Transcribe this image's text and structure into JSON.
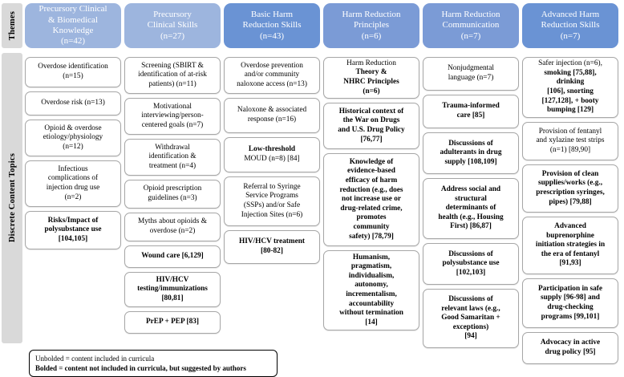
{
  "spine": {
    "themes_label": "Themes",
    "topics_label": "Discrete Content Topics"
  },
  "colors": {
    "header_light": "#9DB5DE",
    "header_mid": "#7B9BD6",
    "header_dark": "#6A93D4",
    "spine_gray": "#D9D9D9",
    "box_border": "#A6A6A6"
  },
  "legend": {
    "line1": "Unbolded = content included in curricula",
    "line2": "Bolded = content not included in curricula, but suggested by authors"
  },
  "columns": [
    {
      "header": "Precursory Clinical & Biomedical Knowledge (n=42)",
      "header_lines": [
        "Precursory Clinical",
        "& Biomedical",
        "Knowledge",
        "(n=42)"
      ],
      "header_color": "#9DB5DE",
      "topics": [
        {
          "lines": [
            "Overdose identification",
            "(n=15)"
          ],
          "bold": false,
          "height": 38
        },
        {
          "lines": [
            "Overdose risk (n=13)"
          ],
          "bold": false,
          "height": 30
        },
        {
          "lines": [
            "Opioid & overdose",
            "etiology/physiology",
            "(n=12)"
          ],
          "bold": false,
          "height": 46
        },
        {
          "lines": [
            "Infectious",
            "complications of",
            "injection drug use",
            "(n=2)"
          ],
          "bold": false,
          "height": 58
        },
        {
          "lines": [
            "Risks/Impact of",
            "polysubstance use",
            "[104,105]"
          ],
          "bold": true,
          "height": 48
        }
      ]
    },
    {
      "header": "Precursory Clinical Skills (n=27)",
      "header_lines": [
        "Precursory",
        "Clinical  Skills",
        "(n=27)"
      ],
      "header_color": "#9DB5DE",
      "topics": [
        {
          "lines": [
            "Screening (SBIRT &",
            "identification of at-risk",
            "patients) (n=11)"
          ],
          "bold": false,
          "height": 46
        },
        {
          "lines": [
            "Motivational",
            "interviewing/person-",
            "centered goals (n=7)"
          ],
          "bold": false,
          "height": 46
        },
        {
          "lines": [
            "Withdrawal",
            "identification &",
            "treatment (n=4)"
          ],
          "bold": false,
          "height": 46
        },
        {
          "lines": [
            "Opioid prescription",
            "guidelines (n=3)"
          ],
          "bold": false,
          "height": 36
        },
        {
          "lines": [
            "Myths about opioids &",
            "overdose (n=2)"
          ],
          "bold": false,
          "height": 36
        },
        {
          "lines": [
            "Wound care [6,129]"
          ],
          "bold": true,
          "height": 28
        },
        {
          "lines": [
            "HIV/HCV",
            "testing/immunizations",
            "[80,81]"
          ],
          "bold": true,
          "height": 44
        },
        {
          "lines": [
            "PrEP + PEP [83]"
          ],
          "bold": true,
          "height": 28
        }
      ]
    },
    {
      "header": "Basic Harm Reduction Skills (n=43)",
      "header_lines": [
        "Basic Harm",
        "Reduction Skills",
        "(n=43)"
      ],
      "header_color": "#6A93D4",
      "topics": [
        {
          "lines": [
            "Overdose prevention",
            "and/or community",
            "naloxone access (n=13)"
          ],
          "bold": false,
          "height": 46
        },
        {
          "lines": [
            "Naloxone & associated",
            "response (n=16)"
          ],
          "bold": false,
          "height": 44
        },
        {
          "lines": [
            "Low-threshold",
            "MOUD  (n=8) [84]"
          ],
          "bold": false,
          "bold_first": true,
          "height": 44
        },
        {
          "lines": [
            "Referral to Syringe",
            "Service Programs",
            "(SSPs) and/or Safe",
            "Injection Sites (n=6)"
          ],
          "bold": false,
          "height": 62
        },
        {
          "lines": [
            "HIV/HCV treatment",
            "[80-82]"
          ],
          "bold": true,
          "height": 42
        }
      ]
    },
    {
      "header": "Harm Reduction Principles (n=6)",
      "header_lines": [
        "Harm Reduction",
        "Principles",
        "(n=6)"
      ],
      "header_color": "#7B9BD6",
      "topics": [
        {
          "lines": [
            "Harm Reduction",
            "Theory &",
            "NHRC Principles",
            "(n=6)"
          ],
          "bold": false,
          "bold_tail": true,
          "height": 52
        },
        {
          "lines": [
            "Historical context of",
            "the War on Drugs",
            "and U.S. Drug Policy",
            "[76,77]"
          ],
          "bold": true,
          "height": 58
        },
        {
          "lines": [
            "Knowledge of",
            "evidence-based",
            "efficacy of harm",
            "reduction (e.g., does",
            "not increase use or",
            "drug-related crime,",
            "promotes",
            "community",
            "safety)  [78,79]"
          ],
          "bold": true,
          "height": 116
        },
        {
          "lines": [
            "Humanism,",
            "pragmatism,",
            "individualism,",
            "autonomy,",
            "incrementalism,",
            "accountability",
            "without termination",
            "[14]"
          ],
          "bold": true,
          "height": 100
        }
      ]
    },
    {
      "header": "Harm Reduction Communication (n=7)",
      "header_lines": [
        "Harm Reduction",
        "Communication",
        "(n=7)"
      ],
      "header_color": "#7B9BD6",
      "topics": [
        {
          "lines": [
            "Nonjudgmental",
            "language  (n=7)"
          ],
          "bold": false,
          "height": 42
        },
        {
          "lines": [
            "Trauma-informed",
            "care [85]"
          ],
          "bold": true,
          "height": 42
        },
        {
          "lines": [
            "Discussions of",
            "adulterants in drug",
            "supply [108,109]"
          ],
          "bold": true,
          "height": 52
        },
        {
          "lines": [
            "Address social and",
            "structural",
            "determinants of",
            "health (e.g., Housing",
            "First) [86,87]"
          ],
          "bold": true,
          "height": 76
        },
        {
          "lines": [
            "Discussions of",
            "polysubstance use",
            "[102,103]"
          ],
          "bold": true,
          "height": 52
        },
        {
          "lines": [
            "Discussions of",
            "relevant laws (e.g.,",
            "Good Samaritan +",
            "exceptions)",
            "[94]"
          ],
          "bold": true,
          "height": 74
        }
      ]
    },
    {
      "header": "Advanced Harm Reduction Skills (n=7)",
      "header_lines": [
        "Advanced Harm",
        "Reduction Skills",
        "(n=7)"
      ],
      "header_color": "#6A93D4",
      "topics": [
        {
          "lines": [
            "Safer injection (n=6),",
            "smoking [75,88],",
            "drinking",
            "[106], snorting",
            "[127,128], + booty",
            "bumping [129]"
          ],
          "bold": false,
          "bold_tail": true,
          "height": 76
        },
        {
          "lines": [
            "Provision of fentanyl",
            "and xylazine test strips",
            "(n=1) [89,90]"
          ],
          "bold": false,
          "height": 48
        },
        {
          "lines": [
            "Provision of clean",
            "supplies/works (e.g.,",
            "prescription syringes,",
            "pipes) [79,88]"
          ],
          "bold": true,
          "height": 60
        },
        {
          "lines": [
            "Advanced",
            "buprenorphine",
            "initiation strategies in",
            "the era of fentanyl",
            "[91,93]"
          ],
          "bold": true,
          "height": 72
        },
        {
          "lines": [
            "Participation in safe",
            "supply [96-98] and",
            "drug-checking",
            "programs [99,101]"
          ],
          "bold": true,
          "height": 62
        },
        {
          "lines": [
            "Advocacy in active",
            "drug policy [95]"
          ],
          "bold": true,
          "height": 40
        }
      ]
    }
  ]
}
